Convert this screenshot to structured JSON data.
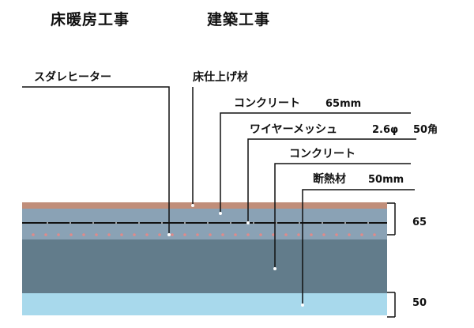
{
  "headers": {
    "left": "床暖房工事",
    "right": "建築工事"
  },
  "labels": {
    "heater": "スダレヒーター",
    "floor_finish": "床仕上げ材",
    "concrete_top": "コンクリート",
    "concrete_top_thickness": "65mm",
    "wire_mesh": "ワイヤーメッシュ",
    "wire_mesh_diameter": "2.6φ",
    "wire_mesh_grid": "50角",
    "concrete_bottom": "コンクリート",
    "insulation": "断熱材",
    "insulation_thickness": "50mm"
  },
  "dimensions": {
    "upper": "65",
    "lower": "50"
  },
  "colors": {
    "floor_finish": "#c08e7a",
    "concrete_top": "#8aa2b5",
    "concrete_bottom": "#627c8b",
    "insulation": "#a8d9ec",
    "heater_dots": "#e08a8a",
    "lines": "#111111"
  }
}
